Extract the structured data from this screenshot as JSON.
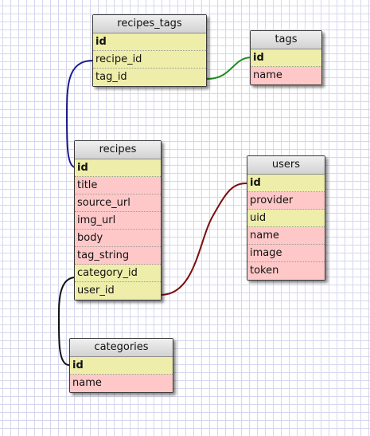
{
  "tables": {
    "recipes_tags": {
      "name": "recipes_tags",
      "fields": [
        {
          "label": "id",
          "kind": "key",
          "primary": true
        },
        {
          "label": "recipe_id",
          "kind": "key"
        },
        {
          "label": "tag_id",
          "kind": "key"
        }
      ]
    },
    "tags": {
      "name": "tags",
      "fields": [
        {
          "label": "id",
          "kind": "key",
          "primary": true
        },
        {
          "label": "name",
          "kind": "attr"
        }
      ]
    },
    "recipes": {
      "name": "recipes",
      "fields": [
        {
          "label": "id",
          "kind": "key",
          "primary": true
        },
        {
          "label": "title",
          "kind": "attr"
        },
        {
          "label": "source_url",
          "kind": "attr"
        },
        {
          "label": "img_url",
          "kind": "attr"
        },
        {
          "label": "body",
          "kind": "attr"
        },
        {
          "label": "tag_string",
          "kind": "attr"
        },
        {
          "label": "category_id",
          "kind": "key"
        },
        {
          "label": "user_id",
          "kind": "key"
        }
      ]
    },
    "users": {
      "name": "users",
      "fields": [
        {
          "label": "id",
          "kind": "key",
          "primary": true
        },
        {
          "label": "provider",
          "kind": "attr"
        },
        {
          "label": "uid",
          "kind": "key"
        },
        {
          "label": "name",
          "kind": "attr"
        },
        {
          "label": "image",
          "kind": "attr"
        },
        {
          "label": "token",
          "kind": "attr"
        }
      ]
    },
    "categories": {
      "name": "categories",
      "fields": [
        {
          "label": "id",
          "kind": "key",
          "primary": true
        },
        {
          "label": "name",
          "kind": "attr"
        }
      ]
    }
  },
  "relations": [
    {
      "from": "recipes_tags.recipe_id",
      "to": "recipes.id",
      "color": "#1a1a8c"
    },
    {
      "from": "recipes_tags.tag_id",
      "to": "tags.id",
      "color": "#1c8a1c"
    },
    {
      "from": "recipes.user_id",
      "to": "users.id",
      "color": "#7a0e0e"
    },
    {
      "from": "recipes.category_id",
      "to": "categories.id",
      "color": "#111111"
    }
  ],
  "colors": {
    "key_row": "#eeeeaa",
    "attr_row": "#ffc8c8",
    "grid": "#d6d6ee"
  }
}
